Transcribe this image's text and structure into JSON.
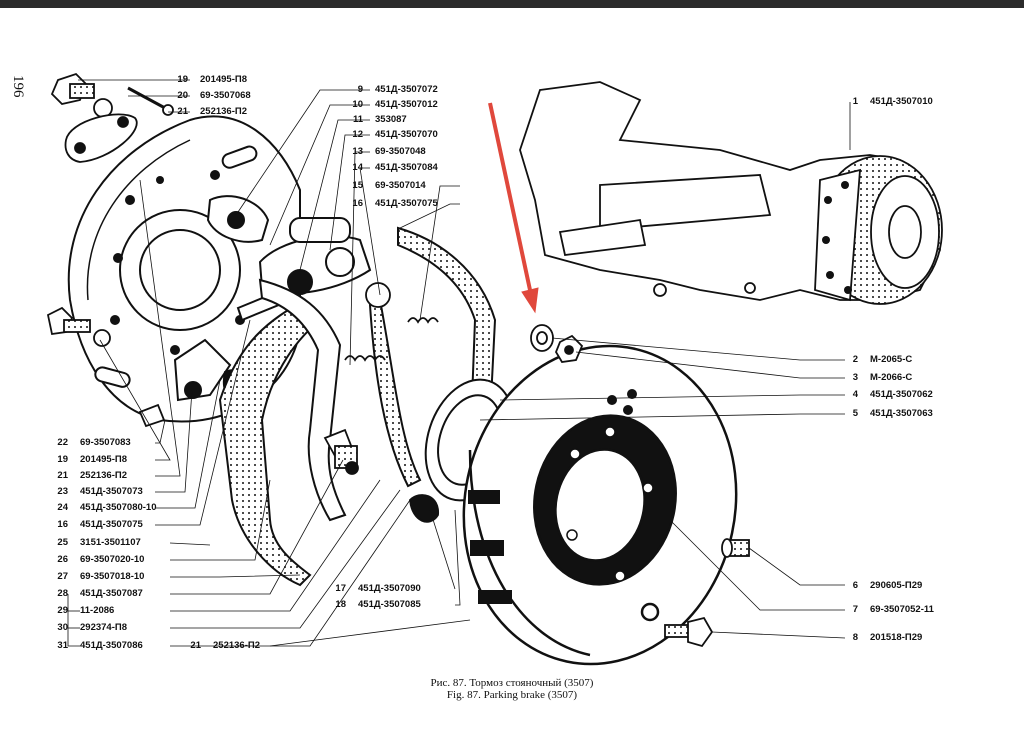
{
  "page_number": "196",
  "caption": {
    "ru": "Рис. 87. Тормоз стояночный (3507)",
    "en": "Fig. 87. Parking brake (3507)"
  },
  "callouts": [
    {
      "id": "c19a",
      "num": "19",
      "part": "201495-П8"
    },
    {
      "id": "c20a",
      "num": "20",
      "part": "69-3507068"
    },
    {
      "id": "c21a",
      "num": "21",
      "part": "252136-П2"
    },
    {
      "id": "c9",
      "num": "9",
      "part": "451Д-3507072"
    },
    {
      "id": "c10",
      "num": "10",
      "part": "451Д-3507012"
    },
    {
      "id": "c11",
      "num": "11",
      "part": "353087"
    },
    {
      "id": "c12",
      "num": "12",
      "part": "451Д-3507070"
    },
    {
      "id": "c13",
      "num": "13",
      "part": "69-3507048"
    },
    {
      "id": "c14",
      "num": "14",
      "part": "451Д-3507084"
    },
    {
      "id": "c15",
      "num": "15",
      "part": "69-3507014"
    },
    {
      "id": "c16",
      "num": "16",
      "part": "451Д-3507075"
    },
    {
      "id": "c1",
      "num": "1",
      "part": "451Д-3507010"
    },
    {
      "id": "c2",
      "num": "2",
      "part": "М-2065-С"
    },
    {
      "id": "c3",
      "num": "3",
      "part": "М-2066-С"
    },
    {
      "id": "c4",
      "num": "4",
      "part": "451Д-3507062"
    },
    {
      "id": "c5",
      "num": "5",
      "part": "451Д-3507063"
    },
    {
      "id": "c22",
      "num": "22",
      "part": "69-3507083"
    },
    {
      "id": "c19b",
      "num": "19",
      "part": "201495-П8"
    },
    {
      "id": "c21b",
      "num": "21",
      "part": "252136-П2"
    },
    {
      "id": "c23",
      "num": "23",
      "part": "451Д-3507073"
    },
    {
      "id": "c24",
      "num": "24",
      "part": "451Д-3507080-10"
    },
    {
      "id": "c16b",
      "num": "16",
      "part": "451Д-3507075"
    },
    {
      "id": "c25",
      "num": "25",
      "part": "3151-3501107"
    },
    {
      "id": "c26",
      "num": "26",
      "part": "69-3507020-10"
    },
    {
      "id": "c27",
      "num": "27",
      "part": "69-3507018-10"
    },
    {
      "id": "c28",
      "num": "28",
      "part": "451Д-3507087"
    },
    {
      "id": "c29",
      "num": "29",
      "part": "11-2086"
    },
    {
      "id": "c30",
      "num": "30",
      "part": "292374-П8"
    },
    {
      "id": "c31",
      "num": "31",
      "part": "451Д-3507086"
    },
    {
      "id": "c17",
      "num": "17",
      "part": "451Д-3507090"
    },
    {
      "id": "c18",
      "num": "18",
      "part": "451Д-3507085"
    },
    {
      "id": "c21c",
      "num": "21",
      "part": "252136-П2"
    },
    {
      "id": "c6",
      "num": "6",
      "part": "290605-П29"
    },
    {
      "id": "c7",
      "num": "7",
      "part": "69-3507052-11"
    },
    {
      "id": "c8",
      "num": "8",
      "part": "201518-П29"
    }
  ],
  "colors": {
    "ink": "#111111",
    "arrow": "#e0483c",
    "topbar": "#2b2b2b"
  }
}
